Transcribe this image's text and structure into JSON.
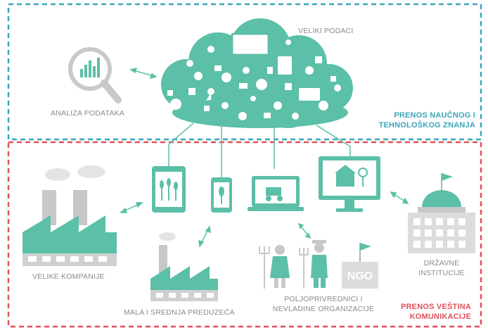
{
  "labels": {
    "veliki_podaci": "VELIKI PODACI",
    "analiza_podataka": "ANALIZA PODATAKA",
    "prenos_naucnog_1": "PRENOS NAUČNOG I",
    "prenos_naucnog_2": "TEHNOLOŠKOG ZNANJA",
    "velike_kompanije": "VELIKE KOMPANIJE",
    "mala_srednja": "MALA I SREDNJA PREDUZEĆA",
    "poljoprivrednici_1": "POLJOPRIVREDNICI I",
    "poljoprivrednici_2": "NEVLADINE ORGANIZACIJE",
    "drzavne_1": "DRŽAVNE",
    "drzavne_2": "INSTITUCIJE",
    "prenos_vestina_1": "PRENOS VEŠTINA",
    "prenos_vestina_2": "KOMUNIKACIJE",
    "ngo": "NGO"
  },
  "colors": {
    "teal": "#5cbfa8",
    "teal_dark": "#2f8c78",
    "gray": "#c8c8c8",
    "gray_dark": "#9a9a9a",
    "blue_dash": "#3aa6b9",
    "red_dash": "#e0505a"
  }
}
